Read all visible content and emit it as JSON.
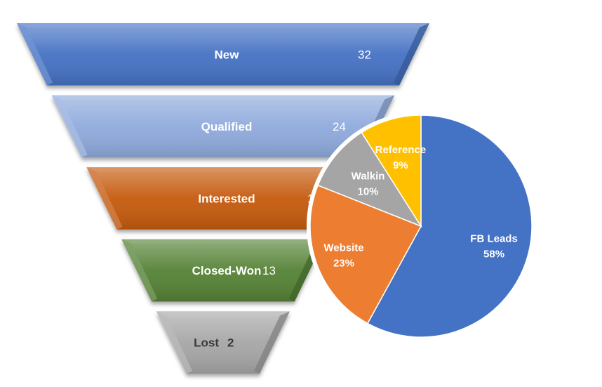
{
  "chart_data": [
    {
      "type": "funnel",
      "categories": [
        "New",
        "Qualified",
        "Interested",
        "Closed-Won",
        "Lost"
      ],
      "values": [
        32,
        24,
        18,
        13,
        2
      ],
      "colors": [
        "#4472C4",
        "#8FAADC",
        "#C55A11",
        "#548235",
        "#A6A6A6"
      ],
      "title": ""
    },
    {
      "type": "pie",
      "categories": [
        "FB Leads",
        "Website",
        "Walkin",
        "Reference"
      ],
      "values": [
        58,
        23,
        10,
        9
      ],
      "labels": [
        "58%",
        "23%",
        "10%",
        "9%"
      ],
      "colors": [
        "#4472C4",
        "#ED7D31",
        "#A5A5A5",
        "#FFC000"
      ],
      "title": ""
    }
  ]
}
